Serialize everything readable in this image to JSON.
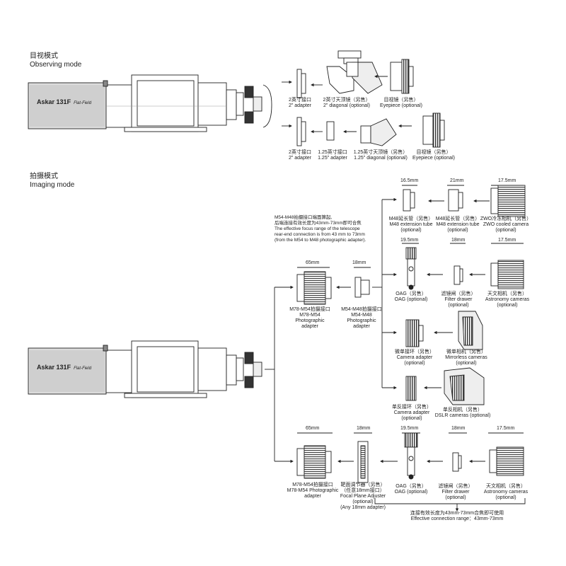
{
  "sections": {
    "observing": {
      "cn": "目视模式",
      "en": "Observing mode"
    },
    "imaging": {
      "cn": "拍摄模式",
      "en": "Imaging mode"
    }
  },
  "telescope": {
    "brand": "Askar",
    "model": "131F",
    "sub": "Flat-Field"
  },
  "observing": {
    "adapter_top": {
      "cn": "2英寸接口",
      "en": "2\" adapter"
    },
    "diagonal2": {
      "cn": "2英寸天顶镜（另售）",
      "en": "2\" diagonal (optional)"
    },
    "eyepiece_top": {
      "cn": "目视镜（另售）",
      "en": "Eyepiece (optional)"
    },
    "adapter_bottom": {
      "cn": "2英寸接口",
      "en": "2\" adapter"
    },
    "adapter125": {
      "cn": "1.25英寸接口",
      "en": "1.25\" adapter"
    },
    "diagonal125": {
      "cn": "1.25英寸天顶镜（另售）",
      "en": "1.25\" diagonal (optional)"
    },
    "eyepiece_bottom": {
      "cn": "目视镜（另售）",
      "en": "Eyepiece (optional)"
    }
  },
  "imaging": {
    "note": {
      "l1": "M54-M48拍摄接口端面算起,",
      "l2": "后端连接有效长度为43mm-73mm即可合焦",
      "l3": "The effective focus range of the telescope",
      "l4": "rear-end connection is from 43 mm to 73mm",
      "l5": "(from the M54 to M48 photographic adapter)."
    },
    "dims": {
      "d65a": "65mm",
      "d18a": "18mm",
      "d165": "16.5mm",
      "d21": "21mm",
      "d175a": "17.5mm",
      "d195a": "19.5mm",
      "d18b": "18mm",
      "d175b": "17.5mm",
      "d65b": "65mm",
      "d18c": "18mm",
      "d195b": "19.5mm",
      "d18d": "18mm",
      "d175c": "17.5mm"
    },
    "m78_top": {
      "cn": "M78-M54拍摄接口",
      "l2": "M78-M54",
      "l3": "Photographic",
      "l4": "adapter"
    },
    "m54_m48": {
      "cn": "M54-M48拍摄接口",
      "l2": "M54-M48",
      "l3": "Photographic",
      "l4": "adapter"
    },
    "ext165": {
      "cn": "M48延长管（另售）",
      "en": "M48 extension tube",
      "opt": "(optional)"
    },
    "ext21": {
      "cn": "M48延长管（另售）",
      "en": "M48 extension tube",
      "opt": "(optional)"
    },
    "zwo": {
      "cn": "ZWO冷冻相机（另售）",
      "en": "ZWO cooled camera",
      "opt": "(optional)"
    },
    "oag_top": {
      "cn": "OAG（另售）",
      "en": "OAG (optional)"
    },
    "filter_top": {
      "cn": "滤镜闸（另售）",
      "en": "Filter drawer",
      "opt": "(optional)"
    },
    "astro_top": {
      "cn": "天文相机（另售）",
      "en": "Astronomy cameras",
      "opt": "(optional)"
    },
    "mirrorless_adapter": {
      "cn": "微单接环（另售）",
      "en": "Camera adapter",
      "opt": "(optional)"
    },
    "mirrorless_cam": {
      "cn": "微单相机（另售）",
      "en": "Mirrorless cameras",
      "opt": "(optional)"
    },
    "dslr_adapter": {
      "cn": "单反接环（另售）",
      "en": "Camera adapter",
      "opt": "(optional)"
    },
    "dslr_cam": {
      "cn": "单反相机（另售）",
      "en": "DSLR cameras (optional)"
    },
    "m78_bottom": {
      "cn": "M78-M54拍摄接口",
      "l2": "M78-M54 Photographic",
      "l3": "adapter"
    },
    "focal_plane": {
      "cn": "靶面调节器（另售）",
      "l2": "（任意18mm接口）",
      "l3": "Focal Plane Adjuster",
      "l4": "(optional)",
      "l5": "(Any 18mm adapter)"
    },
    "oag_bottom": {
      "cn": "OAG（另售）",
      "en": "OAG (optional)"
    },
    "filter_bottom": {
      "cn": "滤镜闸（另售）",
      "en": "Filter drawer",
      "opt": "(optional)"
    },
    "astro_bottom": {
      "cn": "天文相机（另售）",
      "en": "Astronomy cameras",
      "opt": "(optional)"
    },
    "effective": {
      "cn": "连接有效长度为43mm-73mm合焦即可使用",
      "en": "Effective connection range：43mm-73mm"
    }
  }
}
